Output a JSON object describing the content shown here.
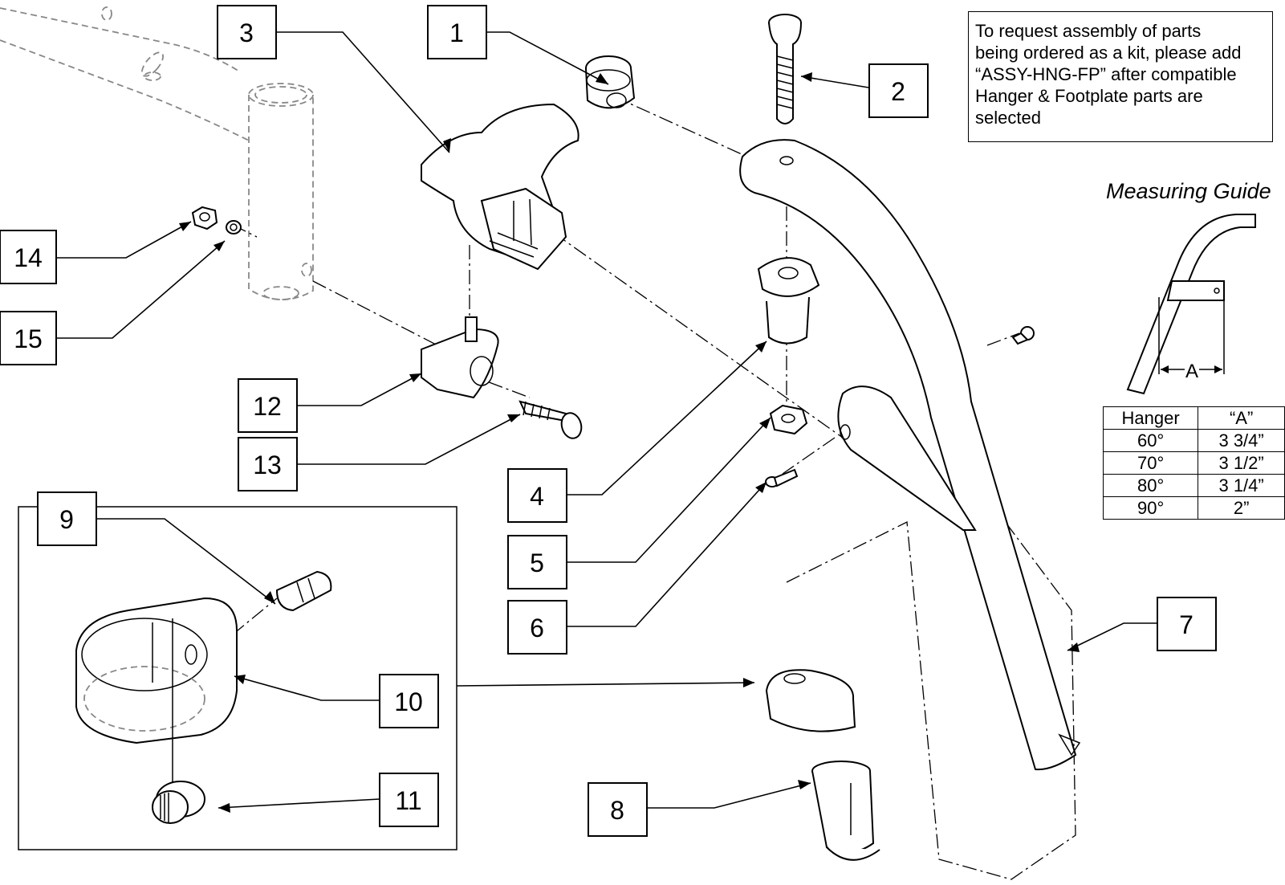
{
  "note": "To request assembly of parts\nbeing ordered as a kit, please add\n“ASSY-HNG-FP” after compatible\nHanger & Footplate parts are\nselected",
  "guide_title": "Measuring Guide",
  "guide_dimension": "A",
  "table": {
    "headers": [
      "Hanger",
      "“A”"
    ],
    "rows": [
      [
        "60°",
        "3 3/4”"
      ],
      [
        "70°",
        "3 1/2”"
      ],
      [
        "80°",
        "3 1/4”"
      ],
      [
        "90°",
        "2”"
      ]
    ]
  },
  "callouts": [
    "1",
    "2",
    "3",
    "4",
    "5",
    "6",
    "7",
    "8",
    "9",
    "10",
    "11",
    "12",
    "13",
    "14",
    "15"
  ]
}
